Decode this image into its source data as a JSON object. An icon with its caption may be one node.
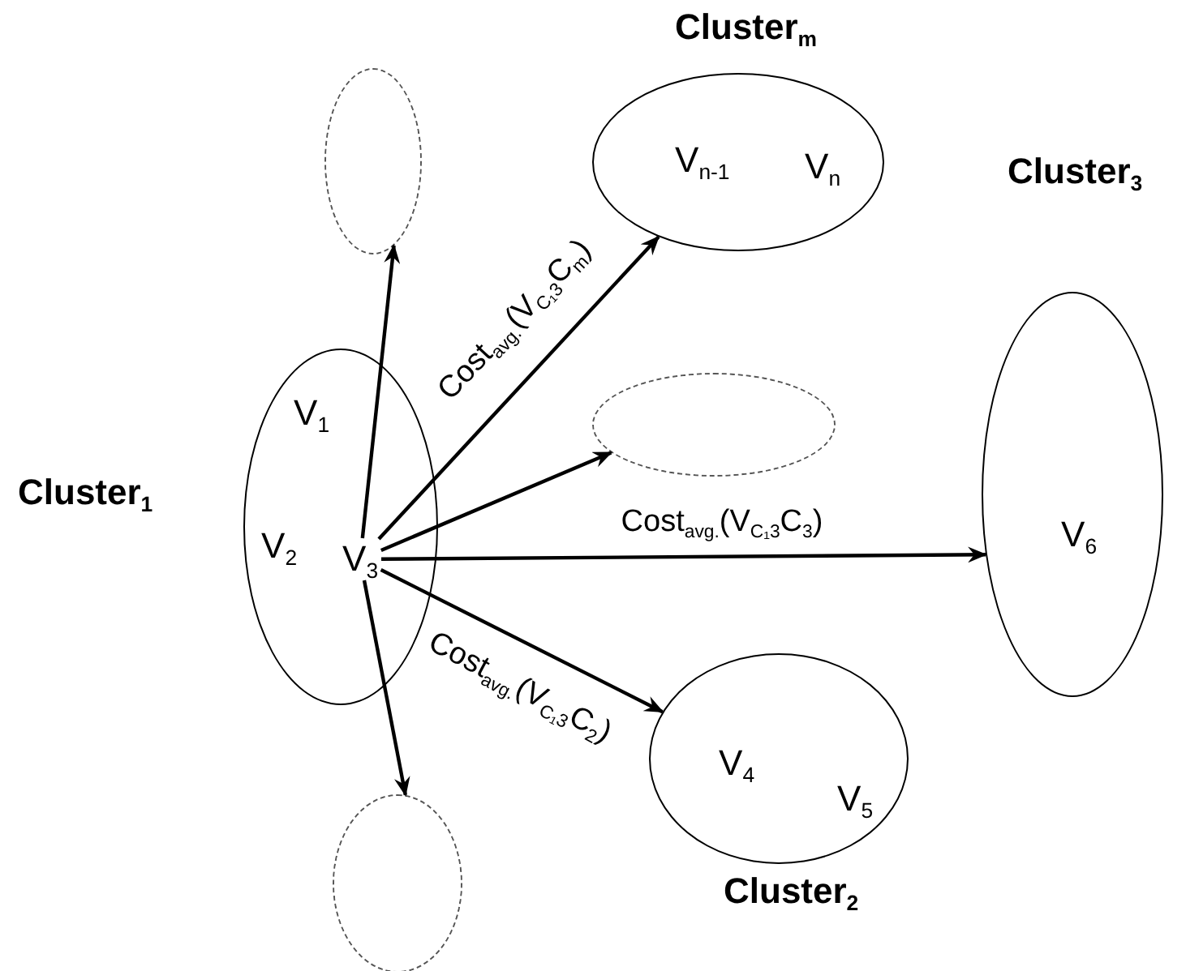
{
  "diagram": {
    "nodes": [
      {
        "text": [
          "Cluster$_{1}$"
        ]
      },
      {
        "text": [
          "V$_{1}$"
        ],
        "in": 0
      },
      {
        "text": [
          "V$_{2}$"
        ],
        "in": 0
      },
      {
        "text": [
          "V$_{3}$"
        ],
        "in": 0
      },
      {
        "text": [],
        "shape": "circle"
      },
      {
        "text": [
          "Cluster$_{m}$"
        ]
      },
      {
        "text": [
          "V$_{n-1}$"
        ],
        "in": 5
      },
      {
        "text": [
          "V$_{n}$"
        ],
        "in": 5
      },
      {
        "text": [],
        "shape": "circle"
      },
      {
        "text": [
          "Cluster$_{3}$"
        ]
      },
      {
        "text": [
          "V$_{6}$"
        ],
        "in": 9
      },
      {
        "text": [
          "Cluster$_{2}$"
        ]
      },
      {
        "text": [
          "V$_{4}$"
        ],
        "in": 11
      },
      {
        "text": [
          "V$_{5}$"
        ],
        "in": 11
      },
      {
        "text": [],
        "shape": "circle"
      }
    ],
    "edges": [
      {
        "from": 3,
        "to": 4,
        "arrow": "to"
      },
      {
        "from": 3,
        "to": 5,
        "arrow": "to",
        "label": "Cost$_{avg.}$(V$_{C₁3}$C$_{m}$)"
      },
      {
        "from": 3,
        "to": 8,
        "arrow": "to"
      },
      {
        "from": 3,
        "to": 9,
        "arrow": "to",
        "label": "Cost$_{avg.}$(V$_{C₁3}$C$_{3}$)"
      },
      {
        "from": 3,
        "to": 11,
        "arrow": "to",
        "label": "Cost$_{avg.}$(V$_{C₁3}$C$_{2}$)"
      },
      {
        "from": 3,
        "to": 14,
        "arrow": "to"
      }
    ]
  }
}
